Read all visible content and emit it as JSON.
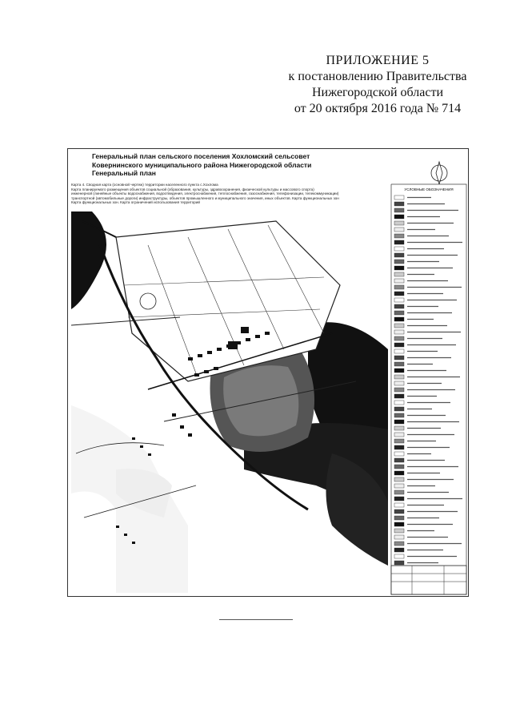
{
  "header": {
    "appendix": "ПРИЛОЖЕНИЕ 5",
    "line1": "к постановлению Правительства",
    "line2": "Нижегородской области",
    "line3": "от 20 октября 2016 года № 714"
  },
  "map": {
    "title_lines": [
      "Генеральный план сельского поселения Хохломский сельсовет",
      "Ковернинского муниципального района Нижегородской области",
      "Генеральный план"
    ],
    "caption_lines": [
      "Карта 4. Сводная карта (основной чертеж) территории населенного пункта с.Хохлома",
      "Карта планируемого размещения объектов социальной (образования, культуры, здравоохранения, физической культуры и массового спорта)",
      "инженерной (линейные объекты водоснабжения, водоотведения, электроснабжения, теплоснабжения, газоснабжения, телефонизации, телекоммуникации)",
      "транспортной (автомобильные дороги) инфраструктуры, объектов промышленного и муниципального значения, иных объектов. Карта функциональных зон",
      "Карта функциональных зон. Карта ограничений использования территорий"
    ],
    "legend_heading": "УСЛОВНЫЕ ОБОЗНАЧЕНИЯ"
  }
}
